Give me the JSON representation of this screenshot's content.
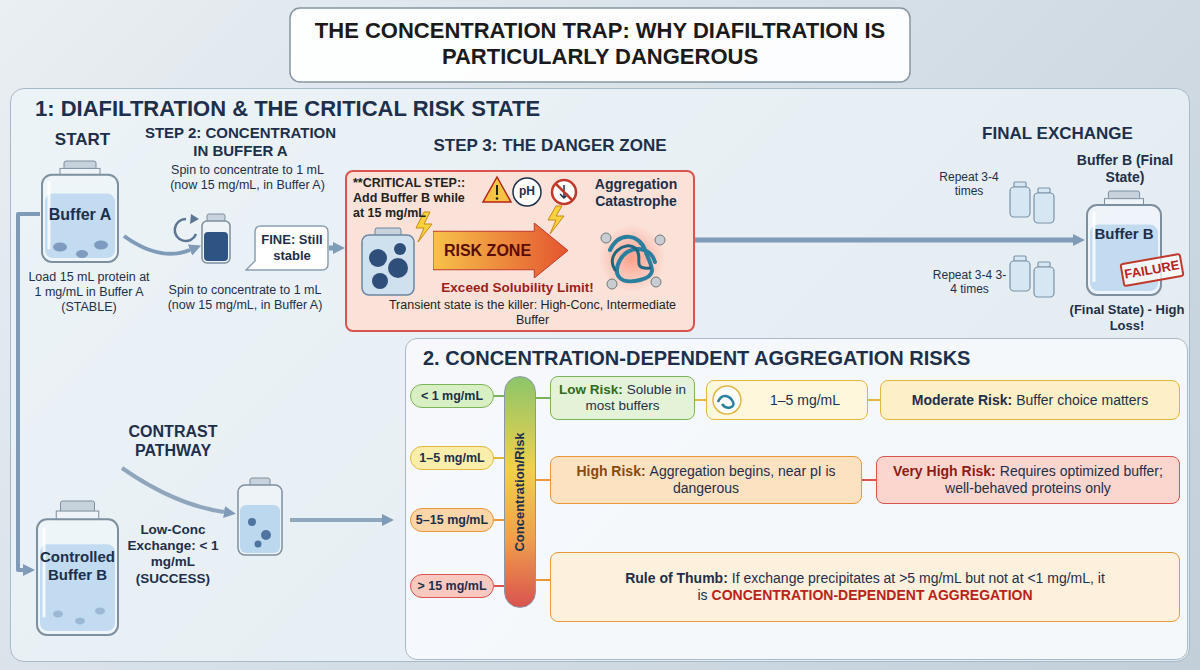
{
  "diagram": {
    "title": "THE CONCENTRATION TRAP: WHY DIAFILTRATION IS PARTICULARLY DANGEROUS",
    "nodes": [
      {
        "text": [
          "1: DIAFILTRATION & THE CRITICAL RISK STATE"
        ]
      },
      {
        "text": [
          "Buffer A"
        ],
        "in": 0
      },
      {
        "text": [
          "FINE: Still stable"
        ],
        "in": 0
      },
      {
        "text": [
          "STEP 3: THE DANGER ZONE",
          "**CRITICAL STEP:: Add Buffer B while at 15 mg/mL",
          "Aggregation Catastrophe",
          "Exceed Solubility Limit!",
          "Transient state is the killer: High-Conc, Intermediate Buffer"
        ],
        "in": 0
      },
      {
        "text": [
          "RISK ZONE"
        ],
        "in": 3
      },
      {
        "text": [
          "Buffer B"
        ],
        "in": 0
      },
      {
        "text": [
          "FAILURE"
        ],
        "in": 5
      },
      {
        "text": [
          "Controlled Buffer B"
        ],
        "in": 0
      },
      {
        "text": [
          "2. CONCENTRATION-DEPENDENT AGGREGATION RISKS"
        ]
      },
      {
        "text": [
          "< 1 mg/mL"
        ],
        "in": 8
      },
      {
        "text": [
          "1–5 mg/mL"
        ],
        "in": 8
      },
      {
        "text": [
          "5–15 mg/mL"
        ],
        "in": 8
      },
      {
        "text": [
          "> 15 mg/mL"
        ],
        "in": 8
      },
      {
        "text": [
          "Concentration/Risk"
        ],
        "in": 8
      },
      {
        "text": [
          "Low Risk:",
          "Soluble in most buffers"
        ],
        "in": 8
      },
      {
        "text": [
          "1–5 mg/mL"
        ],
        "in": 8
      },
      {
        "text": [
          "Moderate Risk:",
          "Buffer choice matters"
        ],
        "in": 8
      },
      {
        "text": [
          "High Risk:",
          "Aggregation begins, near pI is dangerous"
        ],
        "in": 8
      },
      {
        "text": [
          "Very High Risk:",
          "Requires optimized buffer; well-behaved proteins only"
        ],
        "in": 8
      },
      {
        "text": [
          "Rule of Thumb:",
          "If exchange precipitates at >5 mg/mL but not at <1 mg/mL, it is",
          "CONCENTRATION-DEPENDENT AGGREGATION"
        ],
        "in": 8
      }
    ],
    "edges": [
      {
        "from": 2,
        "to": 3,
        "arrow": "to"
      },
      {
        "from": 3,
        "to": 5,
        "arrow": "to"
      },
      {
        "from": 1,
        "to": 7,
        "arrow": "to"
      },
      {
        "from": 9,
        "to": 13,
        "arrow": "none"
      },
      {
        "from": 10,
        "to": 13,
        "arrow": "none"
      },
      {
        "from": 11,
        "to": 13,
        "arrow": "none"
      },
      {
        "from": 12,
        "to": 13,
        "arrow": "none"
      },
      {
        "from": 13,
        "to": 14,
        "arrow": "none"
      },
      {
        "from": 13,
        "to": 17,
        "arrow": "none"
      },
      {
        "from": 13,
        "to": 19,
        "arrow": "none"
      },
      {
        "from": 14,
        "to": 15,
        "arrow": "none"
      },
      {
        "from": 15,
        "to": 16,
        "arrow": "none"
      },
      {
        "from": 17,
        "to": 18,
        "arrow": "none"
      }
    ],
    "labels": [
      "START",
      "Load 15 mL protein at 1 mg/mL in Buffer A (STABLE)",
      "STEP 2: CONCENTRATION IN BUFFER A",
      "Spin to concentrate to 1 mL (now 15 mg/mL, in Buffer A)",
      "pH",
      "FINAL EXCHANGE",
      "Repeat 3-4 times",
      "Buffer B (Final State)",
      "Repeat 3-4 3-4 times",
      "(Final State) - High Loss!",
      "Spin to concentrate to 1 mL (now 15 mg/mL, in Buffer A)",
      "CONTRAST PATHWAY",
      "Low-Conc Exchange: < 1 mg/mL (SUCCESS)"
    ]
  }
}
